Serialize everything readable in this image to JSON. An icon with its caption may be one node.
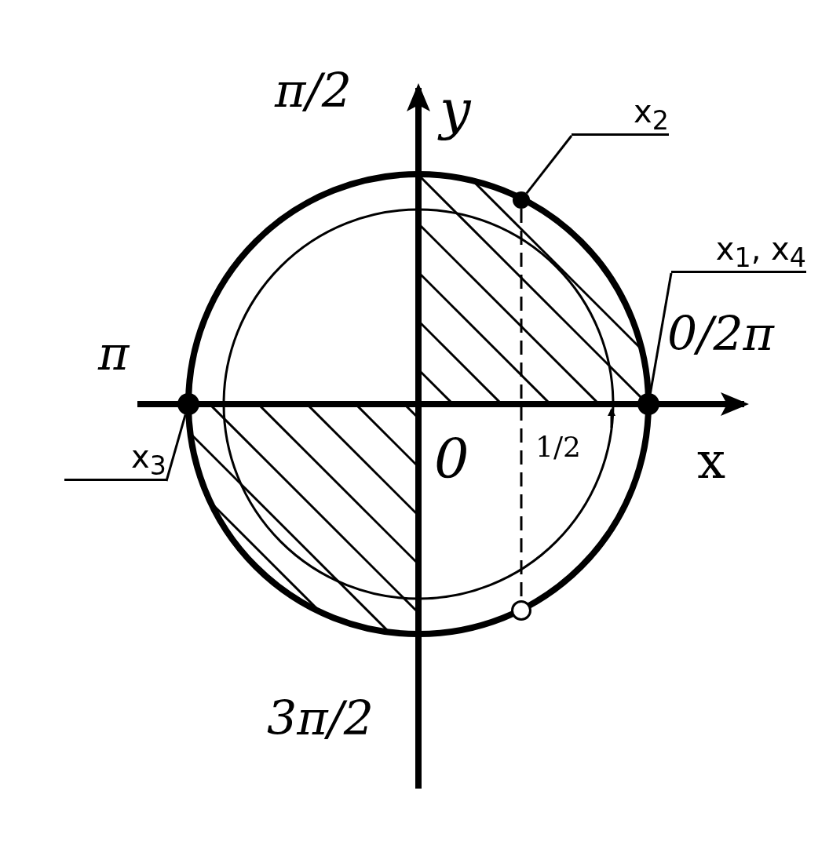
{
  "diagram": {
    "nodes": [
      {
        "text": [
          "x$_{2}$"
        ]
      },
      {
        "text": [],
        "shape": "circle"
      },
      {
        "text": [
          "x$_{1}$, x$_{4}$"
        ]
      },
      {
        "text": [],
        "shape": "circle"
      },
      {
        "text": [
          "x$_{3}$"
        ]
      },
      {
        "text": [],
        "shape": "circle"
      },
      {
        "text": [],
        "shape": "ring"
      }
    ],
    "edges": [
      {
        "from": 0,
        "to": 1,
        "arrow": "none"
      },
      {
        "from": 2,
        "to": 3,
        "arrow": "none"
      },
      {
        "from": 4,
        "to": 5,
        "arrow": "none"
      },
      {
        "from": 1,
        "to": 6,
        "arrow": "none",
        "style": "dashed"
      }
    ],
    "labels": [
      "π/2",
      "y",
      "π",
      "0/2π",
      "0",
      "1/2",
      "x",
      "3π/2"
    ]
  }
}
